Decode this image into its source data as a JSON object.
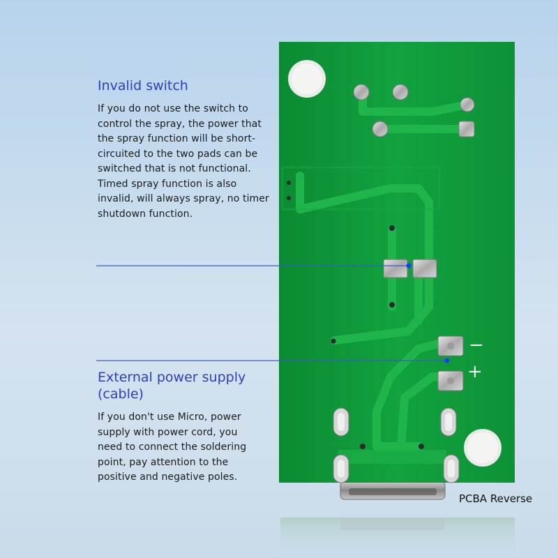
{
  "sections": {
    "invalid_switch": {
      "heading": "Invalid switch",
      "body": "If you do not use the switch to control the spray, the power that the spray function will be short-circuited to the two pads can be switched that is not functional. Timed spray function is also invalid, will always spray, no timer shutdown function."
    },
    "external_power": {
      "heading": "External power supply (cable)",
      "body": "If you don't use Micro, power supply with power cord, you need to connect the soldering point, pay attention to the positive and negative poles."
    }
  },
  "board": {
    "minus_label": "−",
    "plus_label": "+"
  },
  "caption": "PCBA Reverse",
  "colors": {
    "pcb_green": "#0f9a3a",
    "trace_green": "#1fb34a",
    "heading_blue": "#2b3fbf",
    "pointer_line": "#3a5bc8",
    "pointer_dot": "#1a3cff"
  },
  "icons": [
    "pcb-board-photo",
    "usb-port-icon"
  ]
}
